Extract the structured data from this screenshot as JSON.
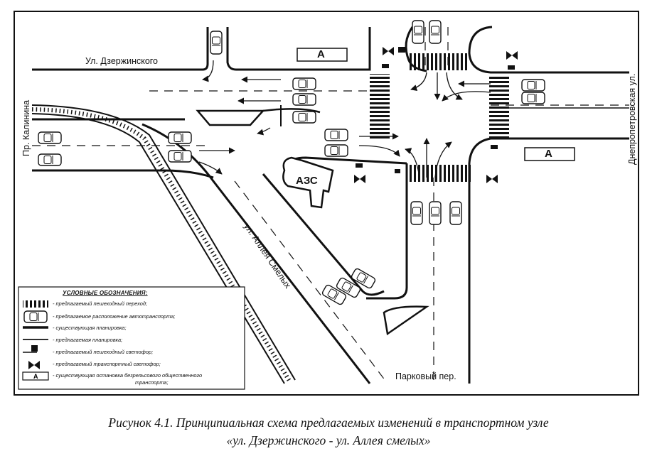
{
  "streets": {
    "dzerzhinskogo": "Ул. Дзержинского",
    "kalinina": "Пр. Калинина",
    "dnepropetrovskaya": "Днепропетровская ул.",
    "alleya_smelykh": "ул. Аллея Смелых",
    "parkovy": "Парковый пер."
  },
  "gas_station": "АЗС",
  "bus_stop_letter": "А",
  "legend": {
    "title": "УСЛОВНЫЕ ОБОЗНАЧЕНИЯ:",
    "items": [
      {
        "symbol": "crosswalk",
        "text": "- предлагаемый пешеходный переход;"
      },
      {
        "symbol": "car",
        "text": "- предлагаемое расположение автотранспорта;"
      },
      {
        "symbol": "thick-line",
        "text": "- существующая планировка;"
      },
      {
        "symbol": "thin-line",
        "text": "- предлагаемая планировка;"
      },
      {
        "symbol": "pedestrian-light",
        "text": "- предлагаемый пешеходный светофор;"
      },
      {
        "symbol": "traffic-light",
        "text": "- предлагаемый транспортный светофор;"
      },
      {
        "symbol": "bus-stop",
        "text": "- существующая остановка безрельсового общественного",
        "text2": "транспорта;"
      }
    ]
  },
  "caption": {
    "line1": "Рисунок 4.1. Принципиальная схема предлагаемых изменений в транспортном узле",
    "line2": "«ул. Дзержинского - ул. Аллея смелых»"
  }
}
